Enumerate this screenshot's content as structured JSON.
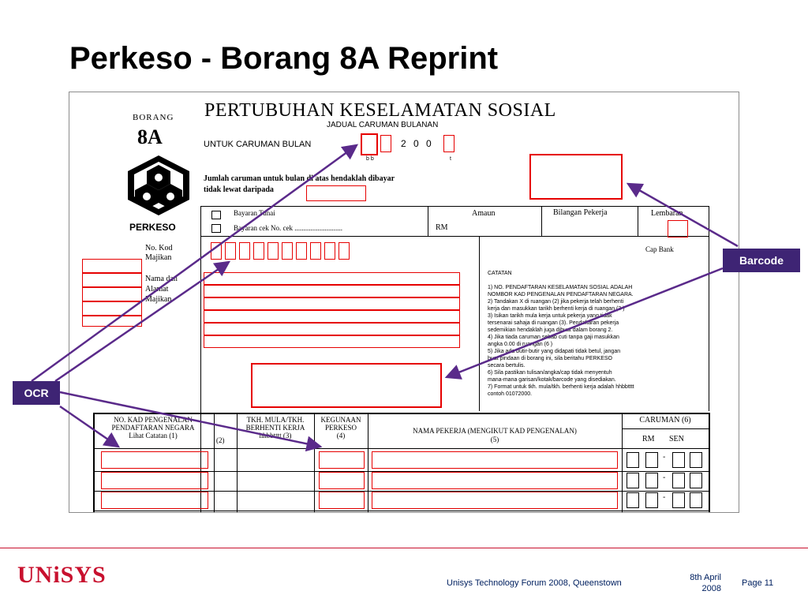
{
  "slide": {
    "title": "Perkeso - Borang 8A Reprint"
  },
  "form": {
    "borang_label": "BORANG",
    "form_number": "8A",
    "logo_text": "PERKESO",
    "org_name": "PERTUBUHAN KESELAMATAN SOSIAL",
    "schedule_title": "JADUAL CARUMAN BULANAN",
    "month_label": "UNTUK CARUMAN BULAN",
    "year_digits": "2 0 0",
    "bb_label": "b    b",
    "t_label": "t",
    "due_text_1": "Jumlah caruman untuk bulan di atas hendaklah dibayar",
    "due_text_2": "tidak lewat daripada",
    "pay_cash": "Bayaran Tunai",
    "pay_cheque": "Bayaran cek No. cek ...........................",
    "amount_header": "Amaun",
    "rm_label": "RM",
    "workers_header": "Bilangan Pekerja",
    "sheet_header": "Lembaran",
    "employer_code_1": "No. Kod",
    "employer_code_2": "Majikan",
    "employer_name_1": "Nama dan",
    "employer_name_2": "Alamat",
    "employer_name_3": "Majikan",
    "bank_stamp": "Cap Bank",
    "notes_title": "CATATAN",
    "notes": [
      "1)   NO. PENDAFTARAN KESELAMATAN SOSIAL ADALAH",
      "      NOMBOR KAD PENGENALAN PENDAFTARAN NEGARA.",
      "2)   Tandakan X di ruangan (2) jika pekerja telah berhenti",
      "      kerja dan masukkan tarikh berhenti kerja di ruangan (3 )",
      "3)   Isikan tarikh mula kerja untuk pekerja yang tidak",
      "      tersenarai sahaja di ruangan (3). Pendaftaran pekerja",
      "      sedemikian hendaklah juga dibuat dalam borang 2.",
      "4)   Jika tiada caruman sebab cuti tanpa gaji masukkan",
      "      angka 0.00 di ruangan (6 )",
      "5)   Jika ada butir-butir yang didapati tidak betul, jangan",
      "      buat pindaan di borang ini, sila beritahu PERKESO",
      "      secara bertulis.",
      "6)   Sila pastikan tulisan/angka/cap tidak menyentuh",
      "      mana-mana garisan/kotak/barcode yang disediakan.",
      "7)   Format untuk tkh. mula/tkh. berhenti kerja adalah hhbbtttt",
      "      contoh 01072000."
    ],
    "col1_header_1": "NO. KAD PENGENALAN",
    "col1_header_2": "PENDAFTARAN NEGARA",
    "col1_header_3": "Lihat Catatan (1)",
    "col2_header": "(2)",
    "col3_header_1": "TKH. MULA/TKH.",
    "col3_header_2": "BERHENTI KERJA",
    "col3_header_3": "hhbbtttt    (3)",
    "col4_header_1": "KEGUNAAN",
    "col4_header_2": "PERKESO",
    "col4_header_3": "(4)",
    "col5_header_1": "NAMA PEKERJA (MENGIKUT KAD PENGENALAN)",
    "col5_header_2": "(5)",
    "col6_header": "CARUMAN (6)",
    "rm_col": "RM",
    "sen_col": "SEN",
    "dash": "-"
  },
  "callouts": {
    "barcode": "Barcode",
    "ocr": "OCR"
  },
  "footer": {
    "logo": "UNiSYS",
    "event": "Unisys Technology Forum 2008, Queenstown",
    "date": "8th April 2008",
    "page": "Page 11"
  },
  "colors": {
    "accent_red": "#e60000",
    "callout_purple": "#3e2474",
    "footer_blue": "#002060",
    "footer_red": "#c8102e"
  }
}
